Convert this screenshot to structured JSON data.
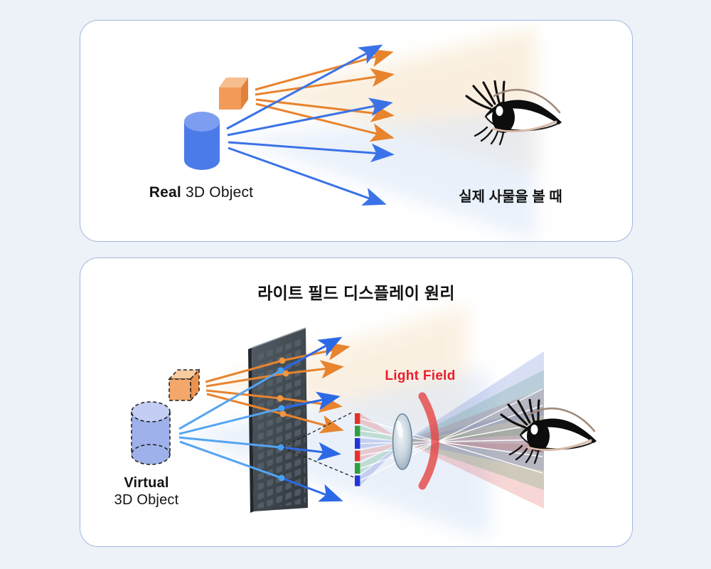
{
  "background": "#edf1f8",
  "colors": {
    "card_bg": "#ffffff",
    "card_border": "#a3b6e0",
    "orange_ray": "#e8832e",
    "blue_ray": "#3b72e8",
    "light_blue_ray": "#55a4f1",
    "post_panel_blue": "#2c69e6",
    "cube_orange_front": "#f39b58",
    "cylinder_blue": "#4b7ae9",
    "virtual_cube_orange": "#f4a76a",
    "virtual_cylinder_blue": "#9aade9",
    "display_panel_gray": "#3d454d",
    "rgb_red": "#e5312c",
    "rgb_green": "#2f9e3f",
    "rgb_blue": "#2136d6",
    "wavefront_red": "#e54848",
    "light_field_red": "#ec1c2c",
    "text_black": "#141414"
  },
  "panel_real": {
    "object_label_bold": "Real",
    "object_label_rest": "3D Object",
    "caption": "실제 사물을 볼 때"
  },
  "panel_virtual": {
    "title": "라이트 필드 디스플레이 원리",
    "object_label_bold": "Virtual",
    "object_label_rest": "3D Object",
    "light_field_label": "Light Field"
  }
}
